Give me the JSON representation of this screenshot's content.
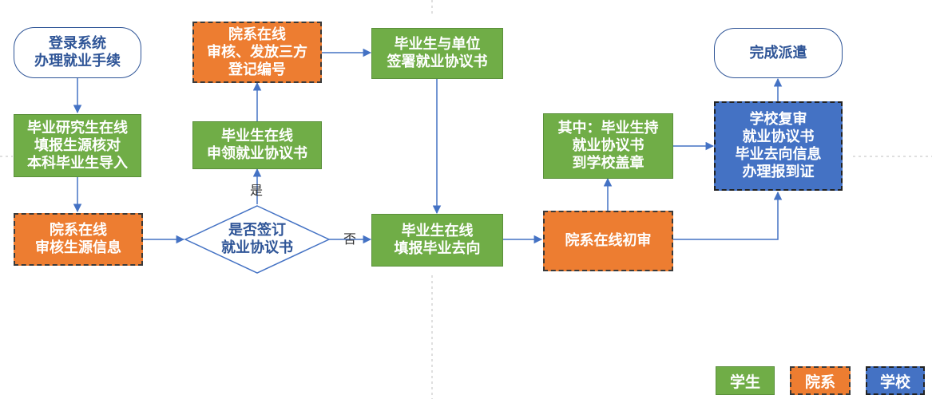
{
  "nodes": {
    "login": "登录系统\n办理就业手续",
    "fill_source": "毕业研究生在线\n填报生源核对\n本科毕业生导入",
    "dept_review_source": "院系在线\n审核生源信息",
    "decision": "是否签订\n就业协议书",
    "apply_agreement": "毕业生在线\n申领就业协议书",
    "dept_issue_number": "院系在线\n审核、发放三方\n登记编号",
    "sign_agreement": "毕业生与单位\n签署就业协议书",
    "fill_destination": "毕业生在线\n填报毕业去向",
    "dept_initial_review": "院系在线初审",
    "stamp_at_school": "其中：毕业生持\n就业协议书\n到学校盖章",
    "school_review": "学校复审\n就业协议书\n毕业去向信息\n办理报到证",
    "complete": "完成派遣"
  },
  "edge_labels": {
    "yes": "是",
    "no": "否"
  },
  "legend": {
    "student": "学生",
    "department": "院系",
    "school": "学校"
  },
  "colors": {
    "student": "#70ad47",
    "department": "#ed7d31",
    "school": "#4472c4",
    "connector": "#4472c4",
    "oval_text": "#2f5597"
  }
}
